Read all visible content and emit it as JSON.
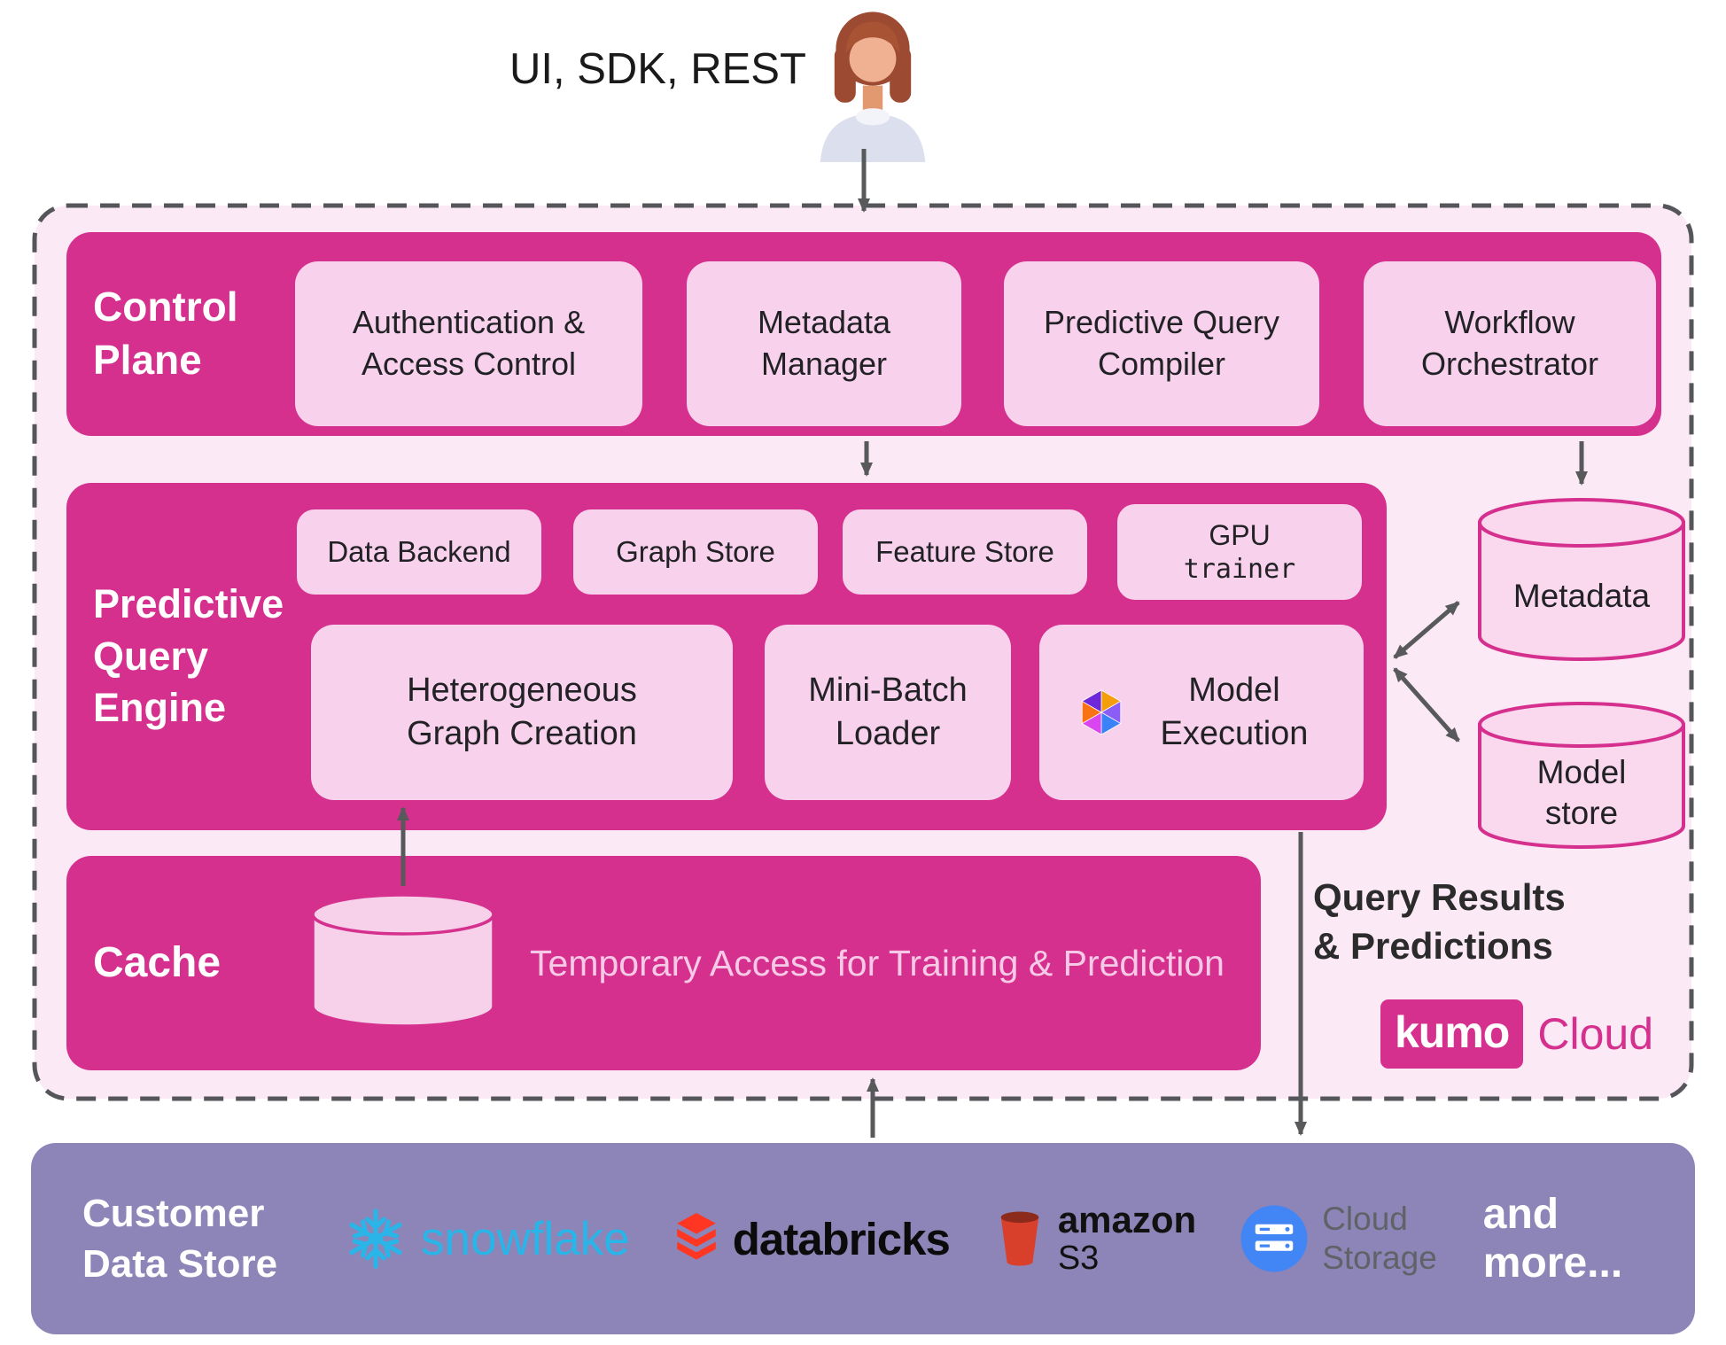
{
  "colors": {
    "magenta": "#d6308f",
    "light_pink": "#f8d2ec",
    "pale_pink_bg": "#fce9f6",
    "purple_bar": "#8d84b7",
    "arrow_gray": "#58595b",
    "snowflake_blue": "#29b5e8",
    "databricks_red": "#ff3621",
    "s3_red": "#d9402c",
    "gcs_blue": "#4285f4"
  },
  "header": {
    "interface_label": "UI, SDK, REST"
  },
  "control_plane": {
    "label": "Control Plane",
    "boxes": [
      {
        "label": "Authentication & Access Control"
      },
      {
        "label": "Metadata Manager"
      },
      {
        "label": "Predictive Query Compiler"
      },
      {
        "label": "Workflow Orchestrator"
      }
    ]
  },
  "engine": {
    "label": "Predictive Query Engine",
    "small_boxes": [
      {
        "label": "Data Backend"
      },
      {
        "label": "Graph Store"
      },
      {
        "label": "Feature Store"
      }
    ],
    "gpu_box": {
      "line1": "GPU",
      "line2": "trainer"
    },
    "big_boxes": [
      {
        "label": "Heterogeneous Graph Creation"
      },
      {
        "label": "Mini-Batch Loader"
      },
      {
        "label": "Model Execution"
      }
    ]
  },
  "stores": {
    "metadata": "Metadata",
    "model_store": "Model store"
  },
  "cache": {
    "label": "Cache",
    "description": "Temporary Access for Training & Prediction"
  },
  "annotations": {
    "query_results_line1": "Query Results",
    "query_results_line2": "& Predictions"
  },
  "kumo_logo": {
    "mark": "kumo",
    "suffix": "Cloud"
  },
  "customer_data_store": {
    "label": "Customer Data Store",
    "vendors": {
      "snowflake": "snowflake",
      "databricks": "databricks",
      "amazon_line1": "amazon",
      "amazon_line2": "S3",
      "gcs_line1": "Cloud",
      "gcs_line2": "Storage",
      "more": "and more..."
    }
  }
}
